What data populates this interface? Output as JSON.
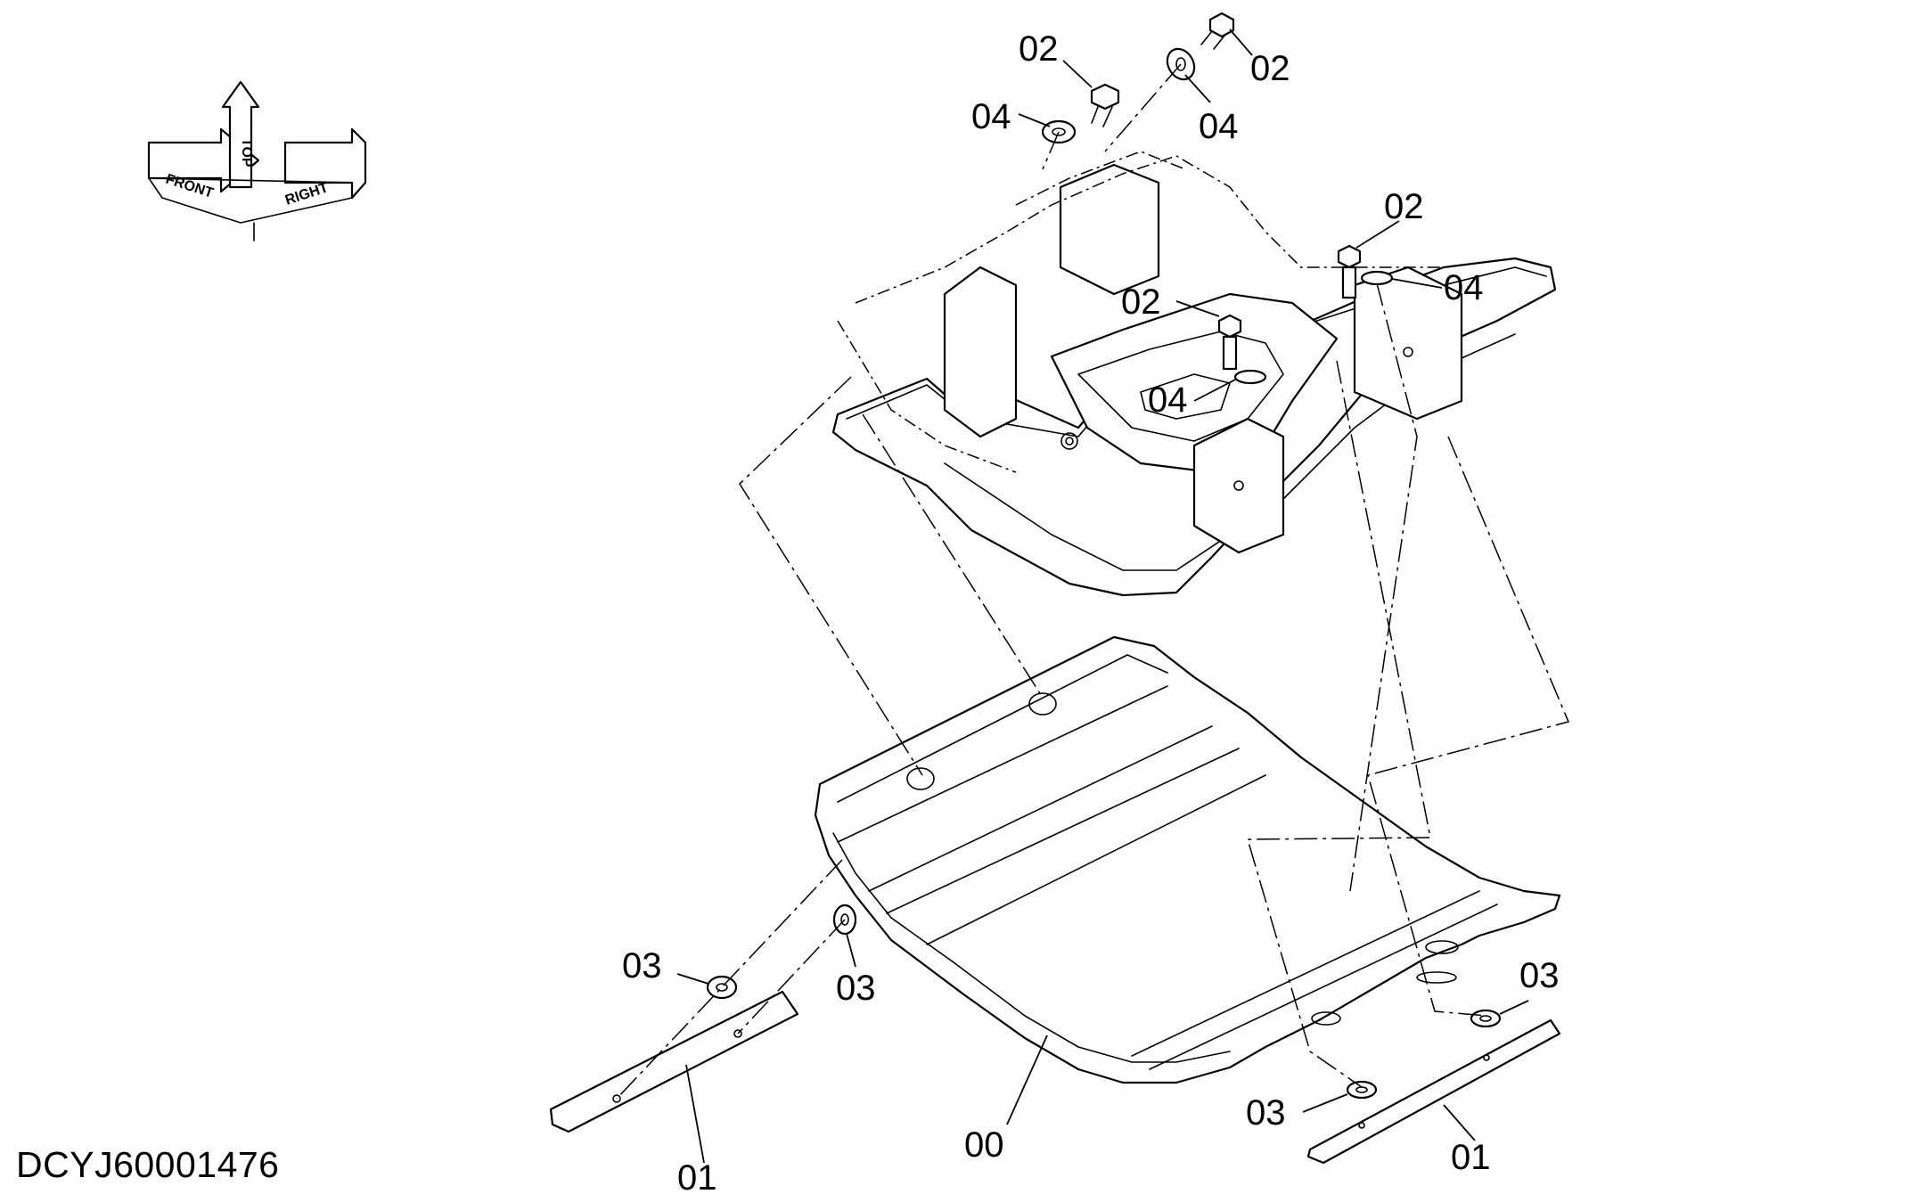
{
  "document_id": "DCYJ60001476",
  "orientation_indicator": {
    "labels": [
      "FRONT",
      "TOP",
      "RIGHT"
    ],
    "icon": "orientation-arrows-icon"
  },
  "callouts": [
    {
      "ref": "02",
      "part": "bolt"
    },
    {
      "ref": "02",
      "part": "bolt"
    },
    {
      "ref": "04",
      "part": "washer"
    },
    {
      "ref": "04",
      "part": "washer"
    },
    {
      "ref": "02",
      "part": "bolt"
    },
    {
      "ref": "04",
      "part": "washer"
    },
    {
      "ref": "02",
      "part": "bolt"
    },
    {
      "ref": "04",
      "part": "washer"
    },
    {
      "ref": "03",
      "part": "nut"
    },
    {
      "ref": "03",
      "part": "nut"
    },
    {
      "ref": "03",
      "part": "nut"
    },
    {
      "ref": "03",
      "part": "nut"
    },
    {
      "ref": "00",
      "part": "under-cover"
    },
    {
      "ref": "01",
      "part": "plate"
    },
    {
      "ref": "01",
      "part": "plate"
    }
  ]
}
